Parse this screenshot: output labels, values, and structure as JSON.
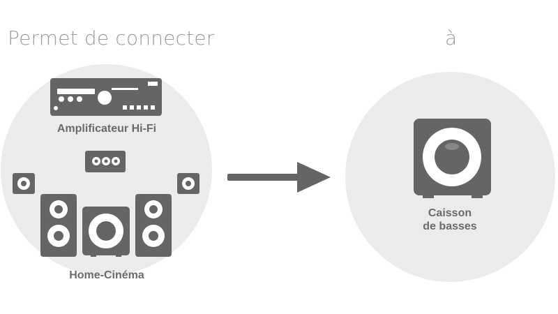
{
  "heading_left": "Permet de connecter",
  "heading_right": "à",
  "source": {
    "amplifier_label": "Amplificateur Hi-Fi",
    "home_cinema_label": "Home-Cinéma"
  },
  "target": {
    "line1": "Caisson",
    "line2": "de basses"
  },
  "colors": {
    "device": "#656565",
    "circle": "#ebebeb",
    "heading": "#9a9a9a"
  },
  "icons": [
    "amplifier-icon",
    "center-speaker-icon",
    "satellite-speaker-icon",
    "tower-speaker-icon",
    "subwoofer-icon",
    "arrow-right-icon"
  ]
}
